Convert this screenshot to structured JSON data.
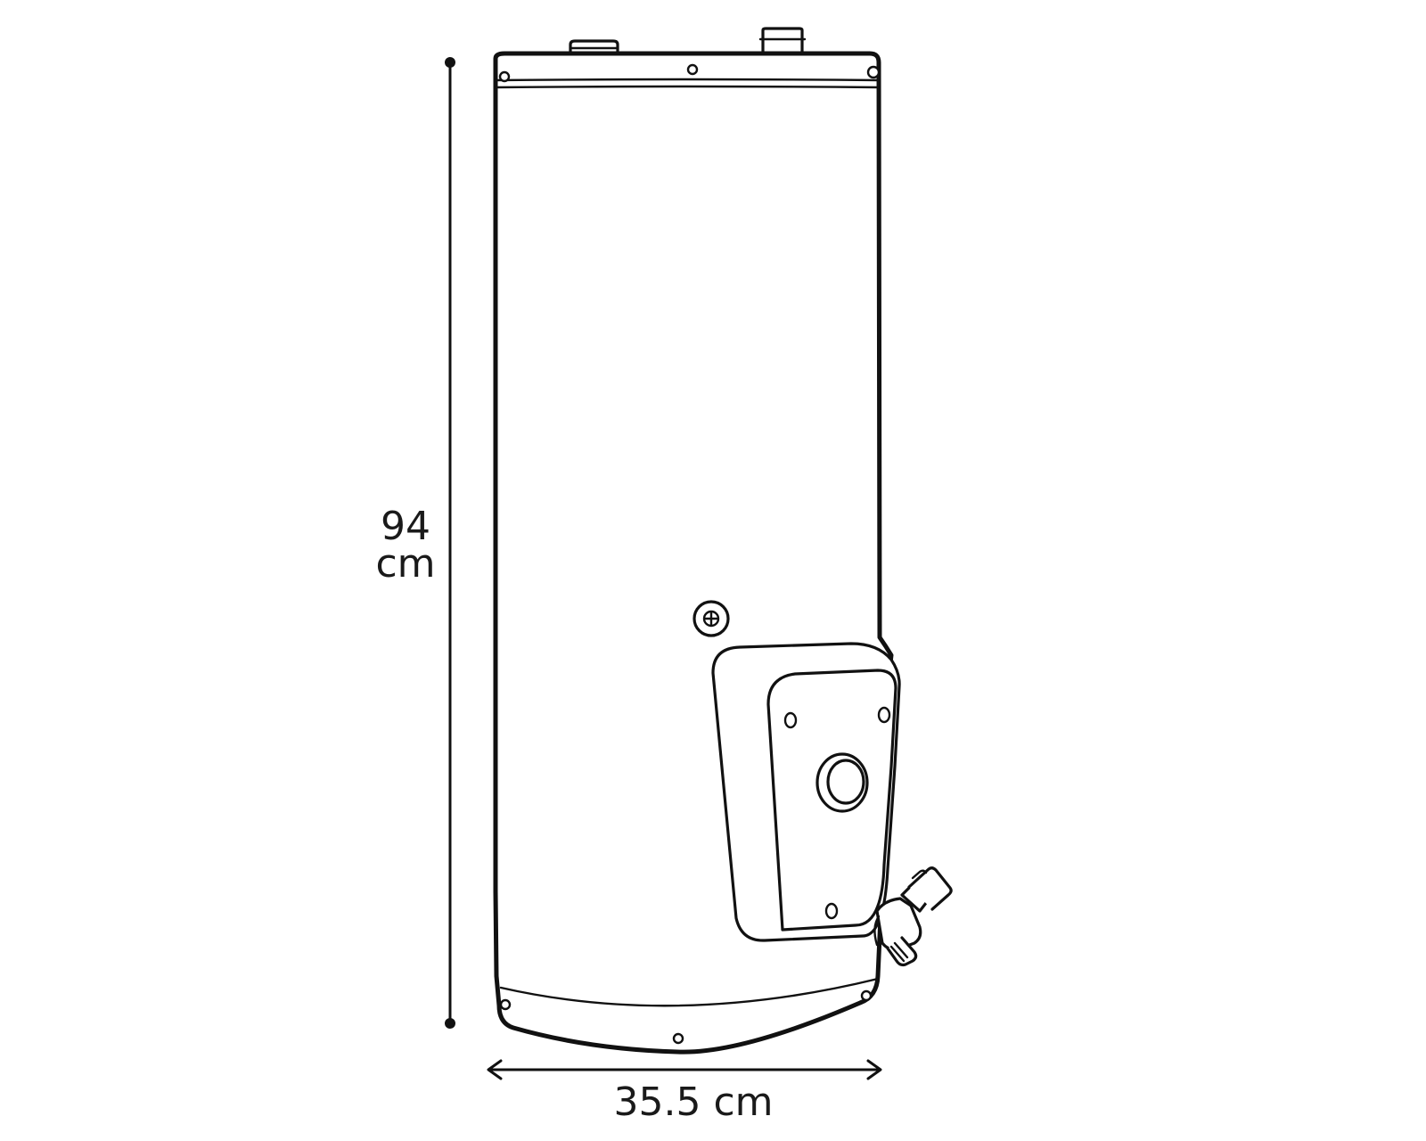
{
  "dimensions": {
    "height_value": "94",
    "height_unit": "cm",
    "width_label": "35.5 cm"
  },
  "colors": {
    "line": "#111111",
    "background": "#ffffff"
  }
}
